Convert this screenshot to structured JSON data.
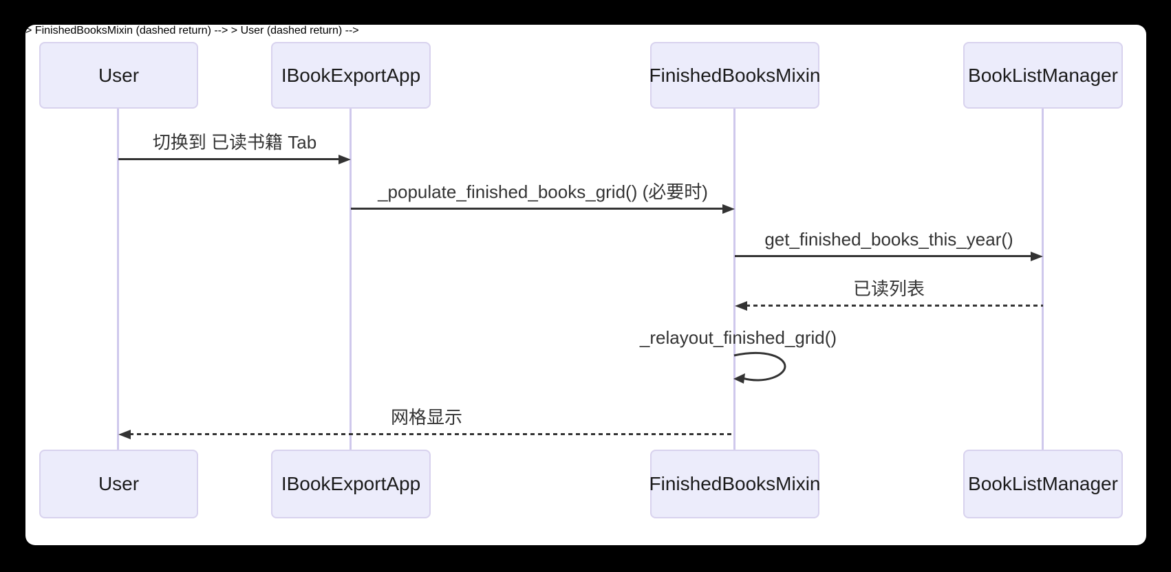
{
  "diagram": {
    "kind": "sequence-diagram",
    "participants": [
      {
        "label": "User"
      },
      {
        "label": "IBookExportApp"
      },
      {
        "label": "FinishedBooksMixin"
      },
      {
        "label": "BookListManager"
      }
    ],
    "messages": [
      {
        "from": "User",
        "to": "IBookExportApp",
        "style": "solid",
        "label": "切换到 已读书籍 Tab"
      },
      {
        "from": "IBookExportApp",
        "to": "FinishedBooksMixin",
        "style": "solid",
        "label": "_populate_finished_books_grid() (必要时)"
      },
      {
        "from": "FinishedBooksMixin",
        "to": "BookListManager",
        "style": "solid",
        "label": "get_finished_books_this_year()"
      },
      {
        "from": "BookListManager",
        "to": "FinishedBooksMixin",
        "style": "dashed",
        "label": "已读列表"
      },
      {
        "from": "FinishedBooksMixin",
        "to": "FinishedBooksMixin",
        "style": "self-loop",
        "label": "_relayout_finished_grid()"
      },
      {
        "from": "FinishedBooksMixin",
        "to": "User",
        "style": "dashed",
        "label": "网格显示"
      }
    ],
    "colors": {
      "page_bg": "#000000",
      "canvas_bg": "#ffffff",
      "actor_fill": "#ececfb",
      "actor_border": "#d8d2ee",
      "actor_text": "#1a1a1a",
      "lifeline": "#cfc8ec",
      "arrow": "#333333",
      "message_text": "#333333"
    }
  }
}
